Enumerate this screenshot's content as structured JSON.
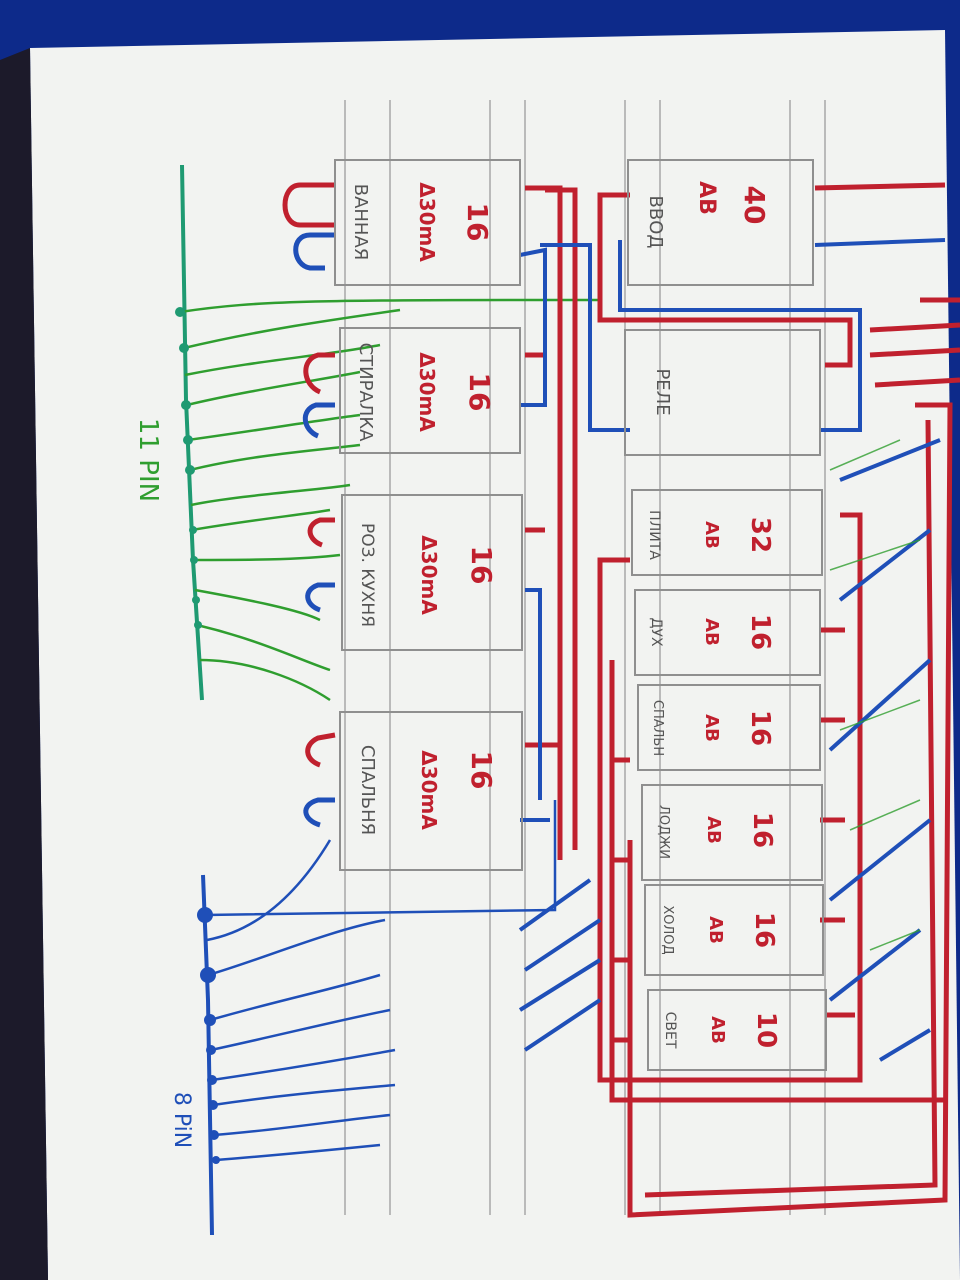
{
  "colors": {
    "background": "#0d2a8a",
    "paper": "#f2f3f1",
    "phase_red": "#c0202e",
    "neutral_blue": "#1f4fb8",
    "ground_green": "#2f9e2f",
    "ground_teal": "#1f9a72",
    "pencil": "#9a9a9a",
    "ink_dark": "#555555"
  },
  "buses": {
    "ground": {
      "label": "11 PIN"
    },
    "neutral": {
      "label": "8 PiN"
    }
  },
  "rcd_breakers": [
    {
      "rating": "16",
      "type": "Δ30mA",
      "name": "ВАННАЯ"
    },
    {
      "rating": "16",
      "type": "Δ30mA",
      "name": "СТИРАЛКА"
    },
    {
      "rating": "16",
      "type": "Δ30mA",
      "name": "РОЗ. КУХНЯ"
    },
    {
      "rating": "16",
      "type": "Δ30mA",
      "name": "СПАЛЬНЯ"
    }
  ],
  "main_breaker": {
    "rating": "40",
    "type": "AB",
    "name": "ВВОД"
  },
  "relay": {
    "name": "РЕЛЕ"
  },
  "breakers": [
    {
      "rating": "32",
      "type": "AB",
      "name": "ПЛИТА"
    },
    {
      "rating": "16",
      "type": "AB",
      "name": "ДУХ"
    },
    {
      "rating": "16",
      "type": "AB",
      "name": "СПАЛЬН"
    },
    {
      "rating": "16",
      "type": "AB",
      "name": "ЛОДЖИ"
    },
    {
      "rating": "16",
      "type": "AB",
      "name": "ХОЛОД"
    },
    {
      "rating": "10",
      "type": "AB",
      "name": "СВЕТ"
    }
  ]
}
